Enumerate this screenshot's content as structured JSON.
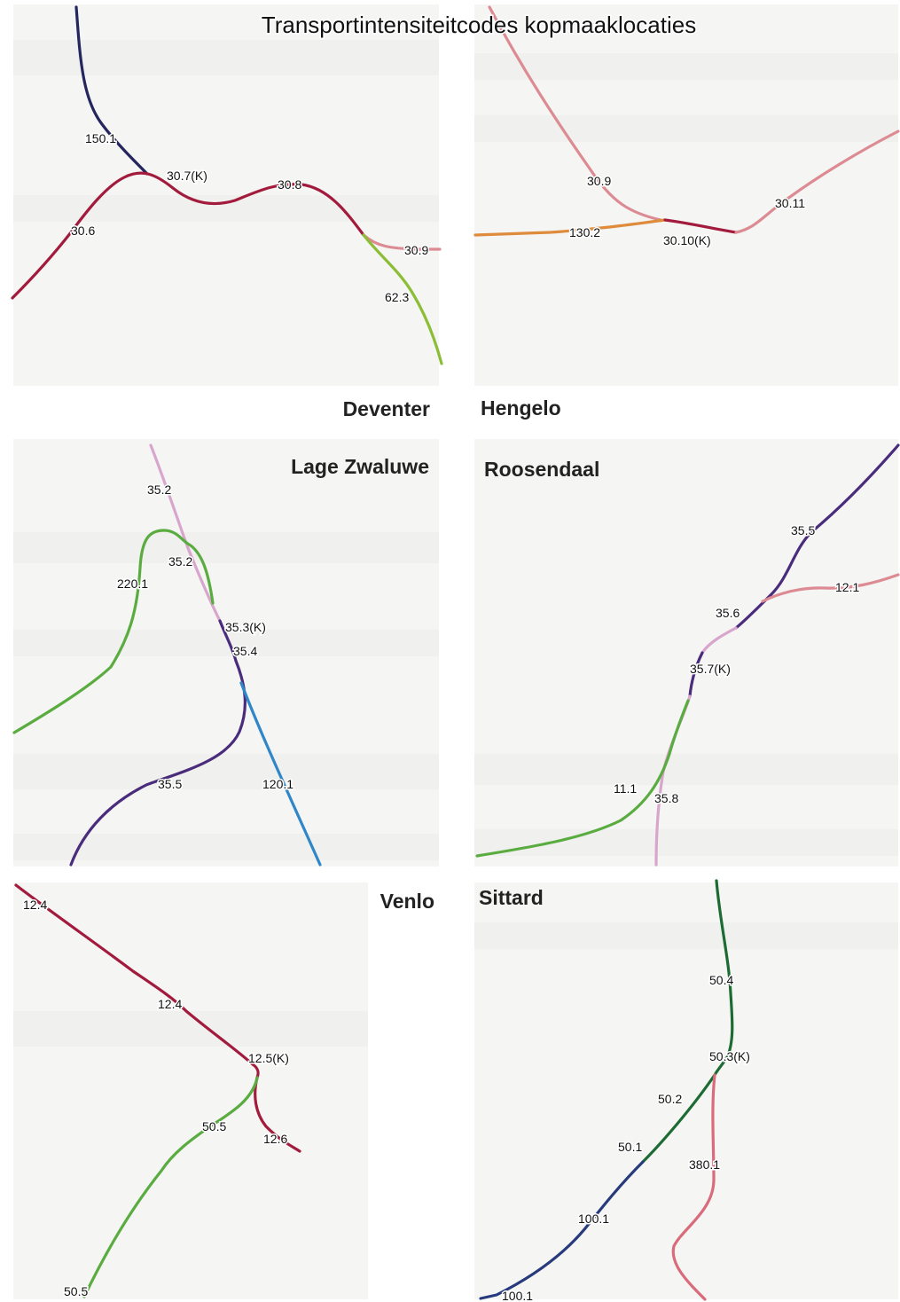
{
  "title": "Transportintensiteitcodes kopmaaklocaties",
  "colors": {
    "navy": "#25265e",
    "crimson": "#a21b3c",
    "pink": "#dd8b93",
    "lime": "#8bbd35",
    "orange": "#de8b3c",
    "green": "#5aac41",
    "lilac": "#d8a6cd",
    "purple": "#4a2c7c",
    "blue": "#2f86c8",
    "darkgreen": "#1c6b33",
    "rose": "#d96b7b",
    "darkblue": "#273a7c"
  },
  "panels": {
    "deventer": {
      "city": "Deventer",
      "labels": [
        "150.1",
        "30.7(K)",
        "30.8",
        "30.6",
        "30.9",
        "62.3"
      ]
    },
    "hengelo": {
      "city": "Hengelo",
      "labels": [
        "30.9",
        "30.11",
        "130.2",
        "30.10(K)"
      ]
    },
    "lage_zwaluwe": {
      "city": "Lage Zwaluwe",
      "labels": [
        "35.2",
        "35.2",
        "220.1",
        "35.3(K)",
        "35.4",
        "35.5",
        "120.1"
      ]
    },
    "roosendaal": {
      "city": "Roosendaal",
      "labels": [
        "35.5",
        "12.1",
        "35.6",
        "35.7(K)",
        "11.1",
        "35.8"
      ]
    },
    "venlo": {
      "city": "Venlo",
      "labels": [
        "12.4",
        "12.4",
        "12.5(K)",
        "50.5",
        "12.6",
        "50.5"
      ]
    },
    "sittard": {
      "city": "Sittard",
      "labels": [
        "50.4",
        "50.3(K)",
        "50.2",
        "50.1",
        "380.1",
        "100.1",
        "100.1"
      ]
    }
  }
}
